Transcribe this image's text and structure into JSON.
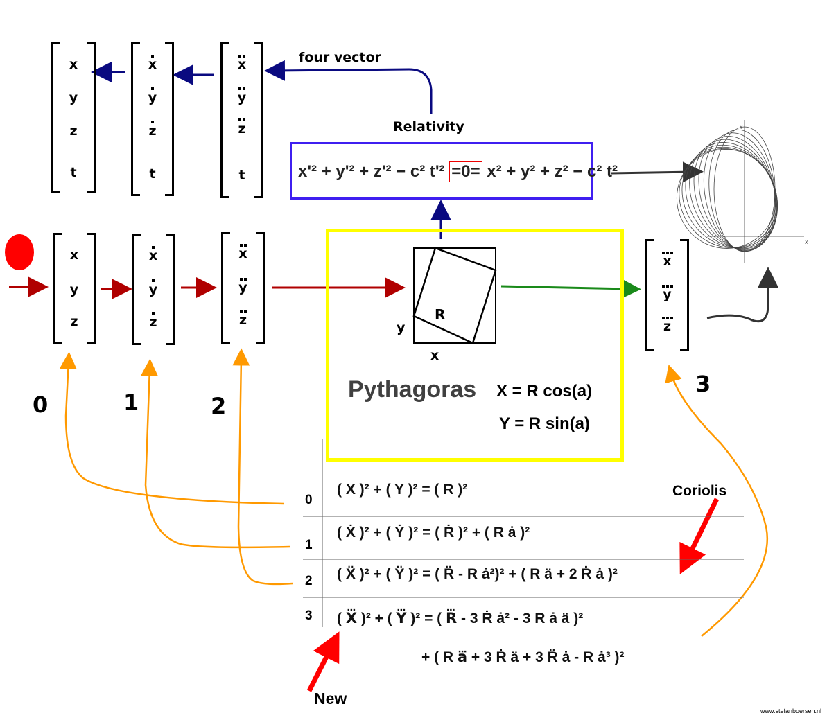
{
  "labels": {
    "four_vector": "four vector",
    "relativity": "Relativity",
    "pythagoras": "Pythagoras",
    "x_eq": "X = R cos(a)",
    "y_eq": "Y = R sin(a)",
    "square_r": "R",
    "square_x": "x",
    "square_y": "y",
    "coriolis": "Coriolis",
    "new": "New",
    "watermark": "www.stefanboersen.nl"
  },
  "relativity_equation": {
    "left": "x'² + y'² + z'² − c² t'²",
    "middle": "=0=",
    "right": "x² + y² + z² − c² t²"
  },
  "top_vectors": [
    {
      "order": 0,
      "entries": [
        "x",
        "y",
        "z",
        "t"
      ]
    },
    {
      "order": 1,
      "entries": [
        "x",
        "y",
        "z",
        "t"
      ]
    },
    {
      "order": 2,
      "entries": [
        "x",
        "y",
        "z",
        "t"
      ]
    }
  ],
  "mid_vectors": [
    {
      "order": 0,
      "entries": [
        "x",
        "y",
        "z"
      ],
      "number": "0"
    },
    {
      "order": 1,
      "entries": [
        "x",
        "y",
        "z"
      ],
      "number": "1"
    },
    {
      "order": 2,
      "entries": [
        "x",
        "y",
        "z"
      ],
      "number": "2"
    },
    {
      "order": 3,
      "entries": [
        "x",
        "y",
        "z"
      ],
      "number": "3"
    }
  ],
  "equations": [
    {
      "row": "0",
      "text": "( X )² + ( Y )² = ( R )²"
    },
    {
      "row": "1",
      "text": "( Ẋ )² + ( Ẏ )² = ( Ṙ )²  + ( R ȧ )²"
    },
    {
      "row": "2",
      "text": "( Ẍ )² + ( Ÿ )² = ( R̈ - R ȧ²)² + ( R ä + 2 Ṙ ȧ )²"
    },
    {
      "row": "3",
      "text": "( X⃛ )² + ( Y⃛ )² =  ( R⃛ - 3 Ṙ ȧ² - 3 R ȧ ä )²"
    },
    {
      "row": "",
      "text": "+ ( R a⃛ + 3 Ṙ ä + 3 R̈ ȧ - R ȧ³ )²"
    }
  ],
  "colors": {
    "relativity_box": "#3f1ff0",
    "pythagoras_box": "#ffff00",
    "input_arrows": "#b00000",
    "output_arrow": "#1a8a1a",
    "top_arrows": "#0a0a80",
    "link_arrows": "#ff9900",
    "annotation_arrows": "#ff0000",
    "particle": "#ff0000"
  }
}
